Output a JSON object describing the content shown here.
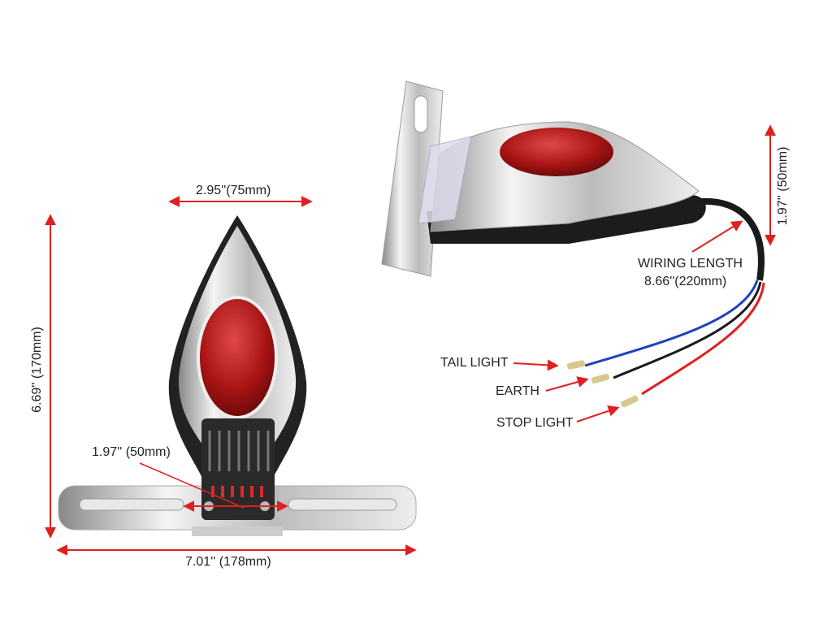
{
  "colors": {
    "arrow": "#e02020",
    "chrome": "#d8d8d8",
    "lens": "#b01818",
    "wire_blue": "#2040c0",
    "wire_black": "#1a1a1a",
    "wire_red": "#e02020"
  },
  "front_view": {
    "width_label": "2.95''(75mm)",
    "height_label": "6.69'' (170mm)",
    "mount_spacing_label": "1.97'' (50mm)",
    "bracket_width_label": "7.01'' (178mm)"
  },
  "side_view": {
    "depth_label": "1.97'' (50mm)",
    "wiring_label_line1": "WIRING LENGTH",
    "wiring_label_line2": "8.66''(220mm)",
    "wires": [
      {
        "label": "TAIL LIGHT"
      },
      {
        "label": "EARTH"
      },
      {
        "label": "STOP LIGHT"
      }
    ]
  }
}
